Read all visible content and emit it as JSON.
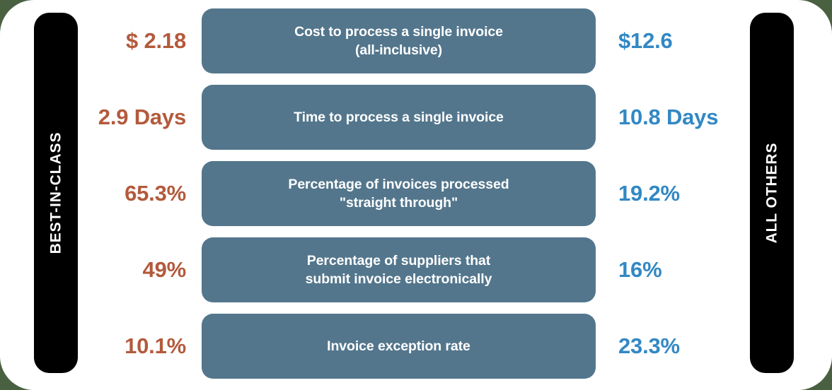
{
  "theme": {
    "page_background": "#4a6141",
    "card_background": "#ffffff",
    "side_bar_color": "#000000",
    "pill_color": "#53768c",
    "best_in_class_color": "#b35a3c",
    "all_others_color": "#3288c4",
    "pill_text_color": "#ffffff"
  },
  "columns": {
    "left_label": "BEST-IN-CLASS",
    "right_label": "ALL OTHERS"
  },
  "rows": [
    {
      "metric": "Cost to process a single invoice\n(all-inclusive)",
      "metric_line1": "Cost to process a single invoice",
      "metric_line2": "(all-inclusive)",
      "best_in_class": "$ 2.18",
      "all_others": "$12.6"
    },
    {
      "metric": "Time to process a single invoice",
      "metric_line1": "Time to process a single invoice",
      "metric_line2": "",
      "best_in_class": "2.9 Days",
      "all_others": "10.8 Days"
    },
    {
      "metric": "Percentage of invoices processed\n\"straight through\"",
      "metric_line1": "Percentage of invoices processed",
      "metric_line2": "\"straight through\"",
      "best_in_class": "65.3%",
      "all_others": "19.2%"
    },
    {
      "metric": "Percentage of suppliers that\nsubmit invoice electronically",
      "metric_line1": "Percentage of suppliers that",
      "metric_line2": "submit invoice electronically",
      "best_in_class": "49%",
      "all_others": "16%"
    },
    {
      "metric": "Invoice exception rate",
      "metric_line1": "Invoice exception rate",
      "metric_line2": "",
      "best_in_class": "10.1%",
      "all_others": "23.3%"
    }
  ],
  "chart_data": {
    "type": "table",
    "title": "",
    "categories": [
      "Cost to process a single invoice (all-inclusive)",
      "Time to process a single invoice",
      "Percentage of invoices processed \"straight through\"",
      "Percentage of suppliers that submit invoice electronically",
      "Invoice exception rate"
    ],
    "series": [
      {
        "name": "BEST-IN-CLASS",
        "values": [
          "$ 2.18",
          "2.9 Days",
          "65.3%",
          "49%",
          "10.1%"
        ],
        "numeric": [
          2.18,
          2.9,
          65.3,
          49,
          10.1
        ],
        "color": "#b35a3c"
      },
      {
        "name": "ALL OTHERS",
        "values": [
          "$12.6",
          "10.8 Days",
          "19.2%",
          "16%",
          "23.3%"
        ],
        "numeric": [
          12.6,
          10.8,
          19.2,
          16,
          23.3
        ],
        "color": "#3288c4"
      }
    ],
    "units": [
      "USD",
      "days",
      "percent",
      "percent",
      "percent"
    ],
    "xlabel": "",
    "ylabel": "",
    "legend_position": "sides",
    "grid": false
  }
}
